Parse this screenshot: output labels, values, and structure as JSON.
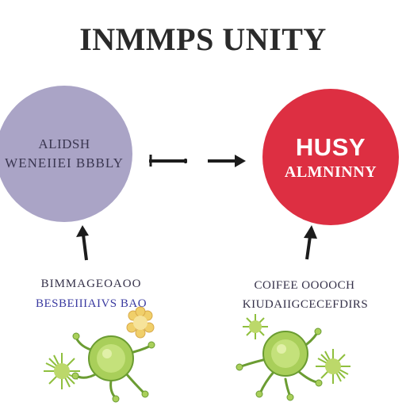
{
  "title": "INMMPS UNITY",
  "left_circle": {
    "line1": "ALIDSH",
    "line2": "WENEIIEI BBBLY",
    "color": "#aaa4c6"
  },
  "right_circle": {
    "line1": "HUSY",
    "line2": "ALMNINNY",
    "color": "#dd2f42"
  },
  "left_caption": {
    "line1": "BIMMAGEOAOO",
    "line2": "BESBEIIIAIVS BAO"
  },
  "right_caption": {
    "line1": "COIFEE OOOOCH",
    "line2": "KIUDAIIGCECEFDIRS"
  },
  "icons": {
    "arrows": [
      "dash-arrow-right-icon",
      "arrow-right-icon",
      "arrow-up-icon",
      "arrow-up-icon"
    ],
    "microbes": [
      "green-cell-icon",
      "yellow-flower-cell-icon",
      "green-spiky-cell-icon"
    ]
  },
  "colors": {
    "microbe_green": "#a9cf5a",
    "microbe_yellow": "#e9c35a",
    "arrow": "#1c1c1c"
  }
}
